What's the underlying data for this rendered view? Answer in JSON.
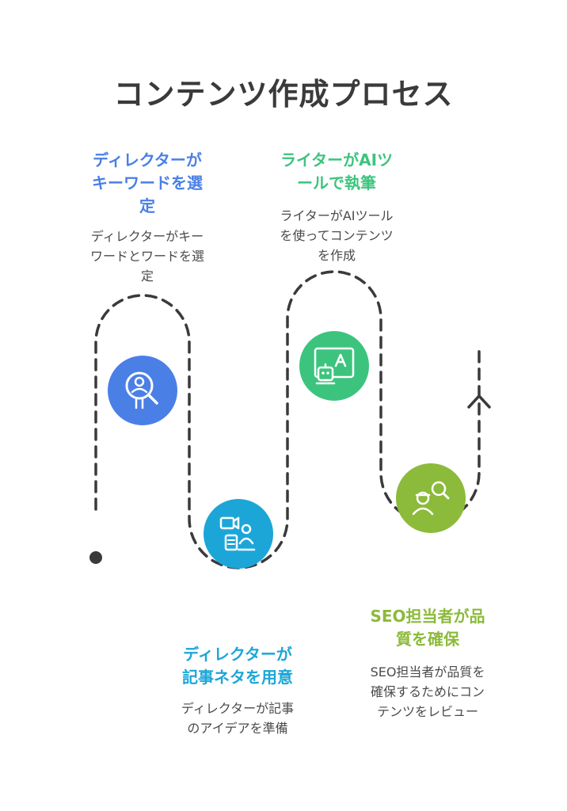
{
  "title": "コンテンツ作成プロセス",
  "colors": {
    "blue": "#4A7FE6",
    "cyan": "#1CA6D8",
    "green": "#3CC47E",
    "lime": "#8CBA3A",
    "path": "#3a3a3a"
  },
  "steps": [
    {
      "title_line1": "ディレクターが",
      "title_line2": "キーワードを選",
      "title_line3": "定",
      "desc_line1": "ディレクターがキー",
      "desc_line2": "ワードとワードを選",
      "desc_line3": "定",
      "icon": "search-person-icon"
    },
    {
      "title_line1": "ディレクターが",
      "title_line2": "記事ネタを用意",
      "desc_line1": "ディレクターが記事",
      "desc_line2": "のアイデアを準備",
      "icon": "idea-prep-icon"
    },
    {
      "title_line1": "ライターがAIツ",
      "title_line2": "ールで執筆",
      "desc_line1": "ライターがAIツール",
      "desc_line2": "を使ってコンテンツ",
      "desc_line3": "を作成",
      "icon": "ai-robot-icon"
    },
    {
      "title_line1": "SEO担当者が品",
      "title_line2": "質を確保",
      "desc_line1": "SEO担当者が品質を",
      "desc_line2": "確保するためにコン",
      "desc_line3": "テンツをレビュー",
      "icon": "reviewer-icon"
    }
  ]
}
